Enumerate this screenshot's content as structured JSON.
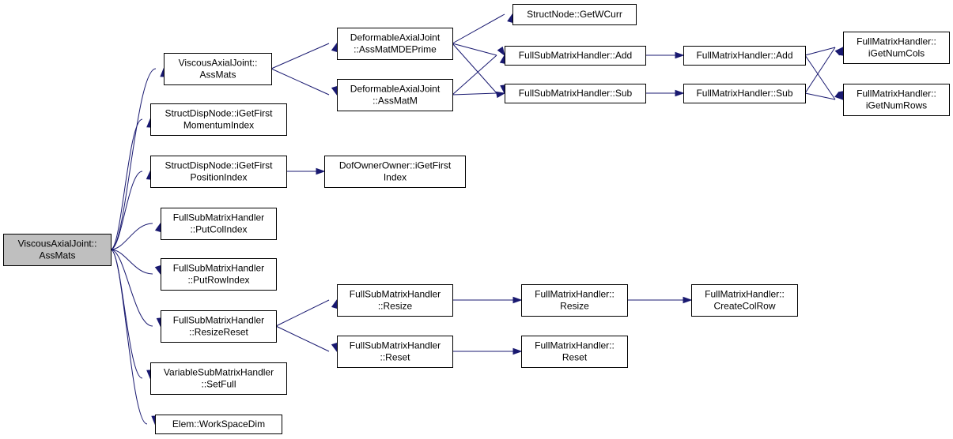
{
  "colors": {
    "edge": "#191970",
    "root_fill": "#bfbfbf",
    "node_fill": "#ffffff",
    "border": "#000000"
  },
  "nodes": [
    {
      "id": "root",
      "lines": [
        "ViscousAxialJoint::",
        "AssMats"
      ],
      "root": true
    },
    {
      "id": "vaj_assmats",
      "lines": [
        "ViscousAxialJoint::",
        "AssMats"
      ]
    },
    {
      "id": "sdn_momentum",
      "lines": [
        "StructDispNode::iGetFirst",
        "MomentumIndex"
      ]
    },
    {
      "id": "sdn_position",
      "lines": [
        "StructDispNode::iGetFirst",
        "PositionIndex"
      ]
    },
    {
      "id": "fsmh_putcol",
      "lines": [
        "FullSubMatrixHandler",
        "::PutColIndex"
      ]
    },
    {
      "id": "fsmh_putrow",
      "lines": [
        "FullSubMatrixHandler",
        "::PutRowIndex"
      ]
    },
    {
      "id": "fsmh_resizereset",
      "lines": [
        "FullSubMatrixHandler",
        "::ResizeReset"
      ]
    },
    {
      "id": "vsmh_setfull",
      "lines": [
        "VariableSubMatrixHandler",
        "::SetFull"
      ]
    },
    {
      "id": "elem_wsd",
      "lines": [
        "Elem::WorkSpaceDim"
      ]
    },
    {
      "id": "daj_mdeprime",
      "lines": [
        "DeformableAxialJoint",
        "::AssMatMDEPrime"
      ]
    },
    {
      "id": "daj_assmatm",
      "lines": [
        "DeformableAxialJoint",
        "::AssMatM"
      ]
    },
    {
      "id": "doo_index",
      "lines": [
        "DofOwnerOwner::iGetFirst",
        "Index"
      ]
    },
    {
      "id": "fsmh_resize",
      "lines": [
        "FullSubMatrixHandler",
        "::Resize"
      ]
    },
    {
      "id": "fsmh_reset",
      "lines": [
        "FullSubMatrixHandler",
        "::Reset"
      ]
    },
    {
      "id": "sn_getwcurr",
      "lines": [
        "StructNode::GetWCurr"
      ]
    },
    {
      "id": "fsmh_add",
      "lines": [
        "FullSubMatrixHandler::Add"
      ]
    },
    {
      "id": "fsmh_sub",
      "lines": [
        "FullSubMatrixHandler::Sub"
      ]
    },
    {
      "id": "fmh_resize",
      "lines": [
        "FullMatrixHandler::",
        "Resize"
      ]
    },
    {
      "id": "fmh_reset",
      "lines": [
        "FullMatrixHandler::",
        "Reset"
      ]
    },
    {
      "id": "fmh_add",
      "lines": [
        "FullMatrixHandler::Add"
      ]
    },
    {
      "id": "fmh_sub",
      "lines": [
        "FullMatrixHandler::Sub"
      ]
    },
    {
      "id": "fmh_createcolrow",
      "lines": [
        "FullMatrixHandler::",
        "CreateColRow"
      ]
    },
    {
      "id": "fmh_numcols",
      "lines": [
        "FullMatrixHandler::",
        "iGetNumCols"
      ]
    },
    {
      "id": "fmh_numrows",
      "lines": [
        "FullMatrixHandler::",
        "iGetNumRows"
      ]
    }
  ],
  "edges": [
    [
      "root",
      "vaj_assmats"
    ],
    [
      "root",
      "sdn_momentum"
    ],
    [
      "root",
      "sdn_position"
    ],
    [
      "root",
      "fsmh_putcol"
    ],
    [
      "root",
      "fsmh_putrow"
    ],
    [
      "root",
      "fsmh_resizereset"
    ],
    [
      "root",
      "vsmh_setfull"
    ],
    [
      "root",
      "elem_wsd"
    ],
    [
      "vaj_assmats",
      "daj_mdeprime"
    ],
    [
      "vaj_assmats",
      "daj_assmatm"
    ],
    [
      "sdn_position",
      "doo_index"
    ],
    [
      "fsmh_resizereset",
      "fsmh_resize"
    ],
    [
      "fsmh_resizereset",
      "fsmh_reset"
    ],
    [
      "daj_mdeprime",
      "sn_getwcurr"
    ],
    [
      "daj_mdeprime",
      "fsmh_add"
    ],
    [
      "daj_mdeprime",
      "fsmh_sub"
    ],
    [
      "daj_assmatm",
      "fsmh_add"
    ],
    [
      "daj_assmatm",
      "fsmh_sub"
    ],
    [
      "fsmh_resize",
      "fmh_resize"
    ],
    [
      "fsmh_reset",
      "fmh_reset"
    ],
    [
      "fsmh_add",
      "fmh_add"
    ],
    [
      "fsmh_sub",
      "fmh_sub"
    ],
    [
      "fmh_resize",
      "fmh_createcolrow"
    ],
    [
      "fmh_add",
      "fmh_numcols"
    ],
    [
      "fmh_add",
      "fmh_numrows"
    ],
    [
      "fmh_sub",
      "fmh_numcols"
    ],
    [
      "fmh_sub",
      "fmh_numrows"
    ]
  ]
}
